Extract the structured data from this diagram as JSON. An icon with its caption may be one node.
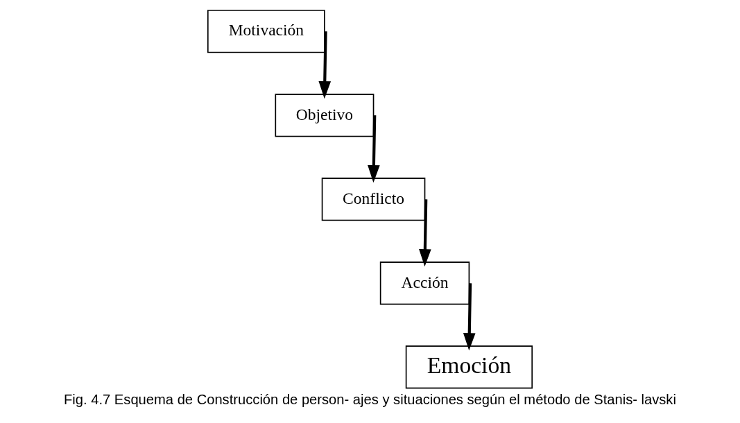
{
  "diagram": {
    "caption": "Fig. 4.7 Esquema de Construcción de person- ajes y situaciones según el método de Stanis- lavski",
    "nodes": [
      {
        "text": [
          "Motivación"
        ]
      },
      {
        "text": [
          "Objetivo"
        ]
      },
      {
        "text": [
          "Conflicto"
        ]
      },
      {
        "text": [
          "Acción"
        ]
      },
      {
        "text": [
          "Emoción"
        ]
      }
    ],
    "edges": [
      {
        "from": 0,
        "to": 1,
        "arrow": "to"
      },
      {
        "from": 1,
        "to": 2,
        "arrow": "to"
      },
      {
        "from": 2,
        "to": 3,
        "arrow": "to"
      },
      {
        "from": 3,
        "to": 4,
        "arrow": "to"
      }
    ]
  }
}
